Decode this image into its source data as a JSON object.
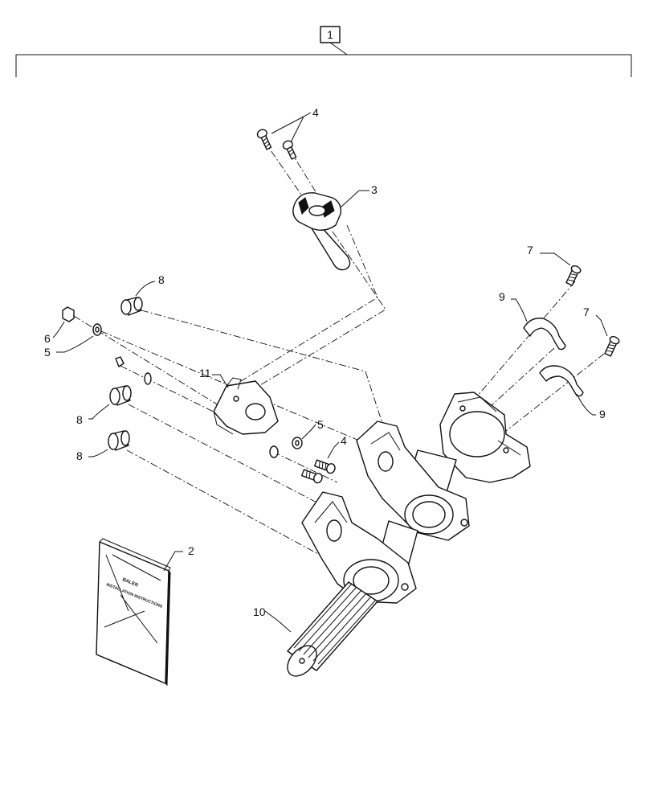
{
  "diagram": {
    "assembly_callout": "1",
    "callouts": {
      "bolt_top": "4",
      "sensor": "3",
      "screw_right_top": "7",
      "screw_right_mid": "7",
      "bushing_top": "8",
      "nut": "6",
      "washer_left": "5",
      "bracket": "11",
      "clip_top": "9",
      "clip_bottom": "9",
      "bushing_mid": "8",
      "bushing_low": "8",
      "washer_right": "5",
      "bolt_bracket": "4",
      "manual": "2",
      "shaft": "10"
    },
    "manual_cover_lines": [
      "BALER",
      "INSTALLATION INSTRUCTIONS"
    ]
  }
}
